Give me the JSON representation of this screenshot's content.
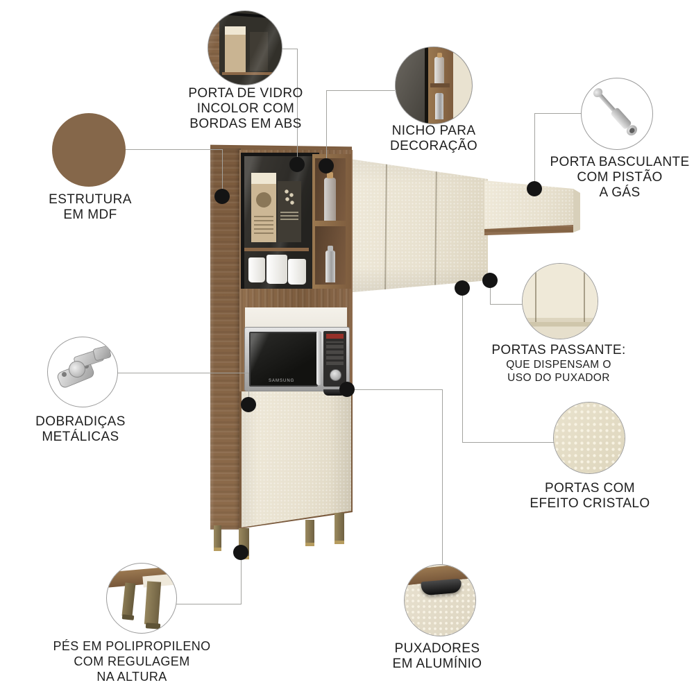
{
  "title_note": "Annotated kitchen-cabinet product infographic (Portuguese)",
  "colors": {
    "background": "#ffffff",
    "wood": "#8a684a",
    "cream_door": "#eae3d2",
    "anchor_dot": "#141414",
    "connector_line": "#a3a39f",
    "label_text": "#1e1e1e",
    "leg_olive": "#8c7c55",
    "microwave_dark": "#1c1c1a"
  },
  "microwave": {
    "brand": "SAMSUNG"
  },
  "callouts": [
    {
      "id": "porta-vidro",
      "image": "glass-door-detail",
      "lines": [
        "PORTA DE VIDRO",
        "INCOLOR COM",
        "BORDAS EM ABS"
      ]
    },
    {
      "id": "nicho",
      "image": "decor-niche-detail",
      "lines": [
        "NICHO PARA",
        "DECORAÇÃO"
      ]
    },
    {
      "id": "basculante",
      "image": "gas-piston-detail",
      "lines": [
        "PORTA BASCULANTE",
        "COM PISTÃO",
        "A GÁS"
      ]
    },
    {
      "id": "estrutura",
      "image": "mdf-wood-texture",
      "lines": [
        "ESTRUTURA",
        "EM MDF"
      ]
    },
    {
      "id": "dobradicas",
      "image": "metal-hinge-detail",
      "lines": [
        "DOBRADIÇAS",
        "METÁLICAS"
      ]
    },
    {
      "id": "passante",
      "image": "pass-through-door-detail",
      "lines": [
        "PORTAS PASSANTE:",
        "QUE DISPENSAM O",
        "USO DO PUXADOR"
      ]
    },
    {
      "id": "cristalo",
      "image": "crystal-effect-texture",
      "lines": [
        "PORTAS COM",
        "EFEITO CRISTALO"
      ]
    },
    {
      "id": "pes",
      "image": "adjustable-feet-detail",
      "lines": [
        "PÉS EM POLIPROPILENO",
        "COM REGULAGEM",
        "NA ALTURA"
      ]
    },
    {
      "id": "puxadores",
      "image": "aluminum-handle-detail",
      "lines": [
        "PUXADORES",
        "EM ALUMÍNIO"
      ]
    }
  ]
}
